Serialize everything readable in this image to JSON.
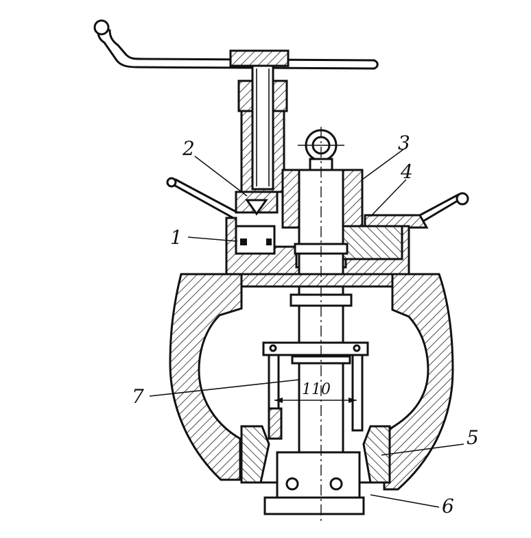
{
  "figure": {
    "background": "#ffffff",
    "ink": "#111111",
    "callouts": [
      {
        "id": "1",
        "text": "1"
      },
      {
        "id": "2",
        "text": "2"
      },
      {
        "id": "3",
        "text": "3"
      },
      {
        "id": "4",
        "text": "4"
      },
      {
        "id": "5",
        "text": "5"
      },
      {
        "id": "6",
        "text": "6"
      },
      {
        "id": "7",
        "text": "7"
      }
    ],
    "dimension": {
      "text": "110"
    }
  }
}
